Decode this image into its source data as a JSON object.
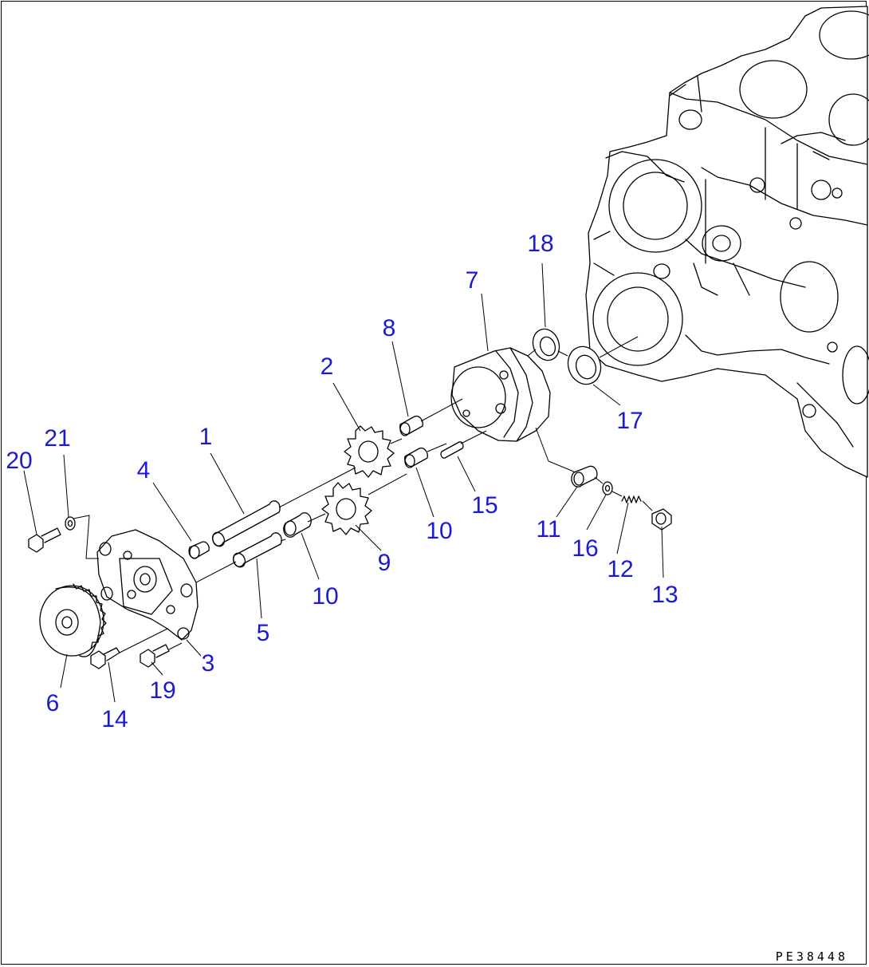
{
  "drawing_code": "PE38448",
  "colors": {
    "callout": "#1a1ad6",
    "line": "#000000",
    "background": "#ffffff"
  },
  "callouts": [
    {
      "id": "c1",
      "label": "1"
    },
    {
      "id": "c2",
      "label": "2"
    },
    {
      "id": "c3",
      "label": "3"
    },
    {
      "id": "c4",
      "label": "4"
    },
    {
      "id": "c5",
      "label": "5"
    },
    {
      "id": "c6",
      "label": "6"
    },
    {
      "id": "c7",
      "label": "7"
    },
    {
      "id": "c8",
      "label": "8"
    },
    {
      "id": "c9",
      "label": "9"
    },
    {
      "id": "c10a",
      "label": "10"
    },
    {
      "id": "c10b",
      "label": "10"
    },
    {
      "id": "c11",
      "label": "11"
    },
    {
      "id": "c12",
      "label": "12"
    },
    {
      "id": "c13",
      "label": "13"
    },
    {
      "id": "c14",
      "label": "14"
    },
    {
      "id": "c15",
      "label": "15"
    },
    {
      "id": "c16",
      "label": "16"
    },
    {
      "id": "c17",
      "label": "17"
    },
    {
      "id": "c18",
      "label": "18"
    },
    {
      "id": "c19",
      "label": "19"
    },
    {
      "id": "c20",
      "label": "20"
    },
    {
      "id": "c21",
      "label": "21"
    }
  ]
}
